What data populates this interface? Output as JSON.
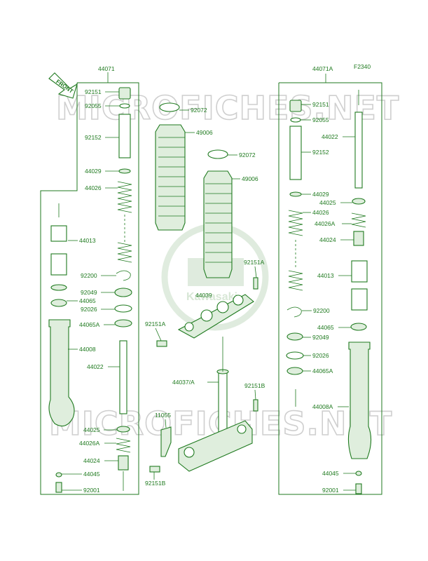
{
  "figure_code": "F2340",
  "front_label": "FRONT",
  "watermark": {
    "text": "MICROFICHES.NET",
    "logo_text": "Kawasaki",
    "color": "#cfcfcf"
  },
  "colors": {
    "line": "#1f7a1f",
    "fill": "#dfeedd"
  },
  "left_assembly": {
    "title": "44071",
    "labels": [
      "92151",
      "92055",
      "92152",
      "44029",
      "44026",
      "44013",
      "92200",
      "92049",
      "44065",
      "92026",
      "44065A",
      "44008",
      "44022",
      "44025",
      "44026A",
      "44024",
      "44045",
      "92001"
    ]
  },
  "center_assembly": {
    "labels": [
      "92072",
      "49006",
      "92072",
      "49006",
      "92151A",
      "44039",
      "92151A",
      "44037/A",
      "92151B",
      "11055",
      "92151B"
    ]
  },
  "right_assembly": {
    "title": "44071A",
    "labels": [
      "92151",
      "92055",
      "44022",
      "92152",
      "44029",
      "44025",
      "44026",
      "44026A",
      "44024",
      "44013",
      "92200",
      "44065",
      "92049",
      "92026",
      "44065A",
      "44008A",
      "44045",
      "92001"
    ]
  }
}
